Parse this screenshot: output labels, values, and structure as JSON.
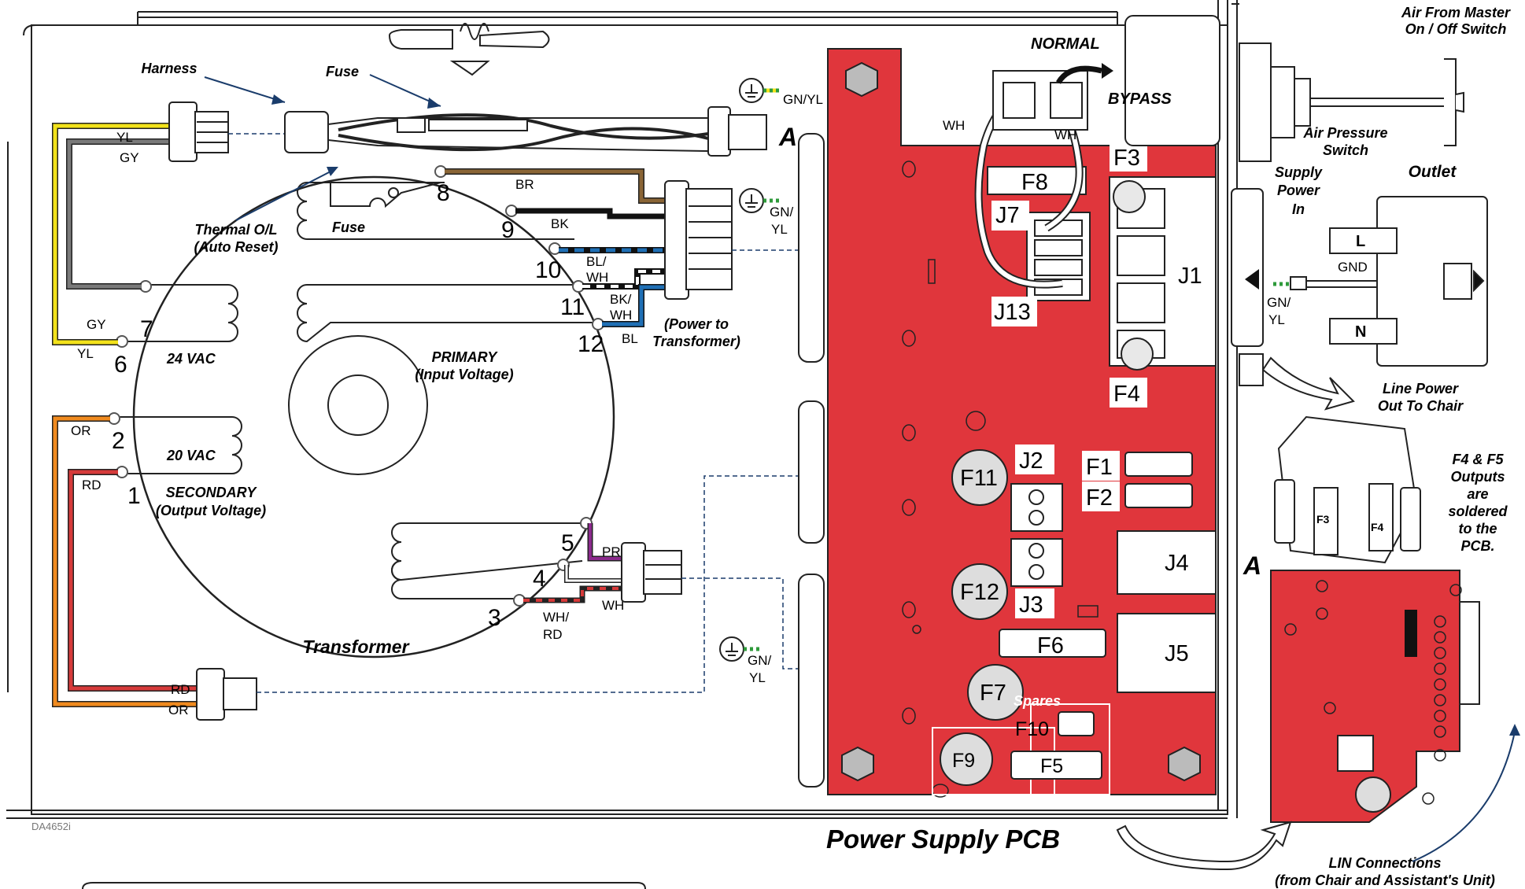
{
  "diagram_id": "DA4652i",
  "title": "Power Supply PCB",
  "callouts": {
    "harness": "Harness",
    "fuse_top": "Fuse",
    "thermal_1": "Thermal O/L",
    "thermal_2": "(Auto Reset)",
    "fuse_internal": "Fuse",
    "primary_1": "PRIMARY",
    "primary_2": "(Input Voltage)",
    "secondary_1": "SECONDARY",
    "secondary_2": "(Output Voltage)",
    "vac24": "24 VAC",
    "vac20": "20 VAC",
    "transformer": "Transformer",
    "power_to_1": "(Power to",
    "power_to_2": "Transformer)",
    "normal": "NORMAL",
    "bypass": "BYPASS",
    "air_from_1": "Air From Master",
    "air_from_2": "On / Off Switch",
    "air_pressure_1": "Air Pressure",
    "air_pressure_2": "Switch",
    "supply_1": "Supply",
    "supply_2": "Power",
    "supply_3": "In",
    "outlet": "Outlet",
    "line_power_1": "Line Power",
    "line_power_2": "Out To Chair",
    "f4f5_1": "F4 & F5",
    "f4f5_2": "Outputs",
    "f4f5_3": "are",
    "f4f5_4": "soldered",
    "f4f5_5": "to the",
    "f4f5_6": "PCB.",
    "lin_1": "LIN Connections",
    "lin_2": "(from Chair  and Assistant's Unit)",
    "spares": "Spares",
    "conn_a": "A",
    "conn_a2": "A"
  },
  "wire_labels": {
    "yl_top": "YL",
    "gy_top": "GY",
    "gy_low": "GY",
    "yl_low": "YL",
    "or_top": "OR",
    "rd_top": "RD",
    "rd_bot": "RD",
    "or_bot": "OR",
    "br": "BR",
    "bk": "BK",
    "blwh_1": "BL/",
    "blwh_2": "WH",
    "bkwh_1": "BK/",
    "bkwh_2": "WH",
    "bl": "BL",
    "pr": "PR",
    "wh": "WH",
    "whrd_1": "WH/",
    "whrd_2": "RD",
    "wh_sw1": "WH",
    "wh_sw2": "WH",
    "gnyl_1": "GN/YL",
    "gnyl_2a": "GN/",
    "gnyl_2b": "YL",
    "gnyl_3a": "GN/",
    "gnyl_3b": "YL",
    "gnyl_4a": "GN/",
    "gnyl_4b": "YL",
    "gnd": "GND",
    "l": "L",
    "n": "N"
  },
  "terminals": [
    "1",
    "2",
    "3",
    "4",
    "5",
    "6",
    "7",
    "8",
    "9",
    "10",
    "11",
    "12"
  ],
  "pcb_labels": {
    "f3": "F3",
    "f8": "F8",
    "j7": "J7",
    "j1": "J1",
    "j13": "J13",
    "f4": "F4",
    "j2": "J2",
    "f11": "F11",
    "f1": "F1",
    "f2": "F2",
    "f12": "F12",
    "j3": "J3",
    "j4": "J4",
    "f6": "F6",
    "j5": "J5",
    "f7": "F7",
    "f10": "F10",
    "f9": "F9",
    "f5": "F5",
    "f3s": "F3",
    "f4s": "F4"
  },
  "colors": {
    "pcb_red": "#e0363c",
    "yellow": "#f2e21a",
    "gray": "#7a7a7a",
    "orange": "#f08a1e",
    "red": "#d63a3a",
    "brown": "#8a6536",
    "blue": "#1f6fb5",
    "purple": "#8b2a8c",
    "green": "#2e9a3a",
    "navy": "#1a3c6b"
  }
}
